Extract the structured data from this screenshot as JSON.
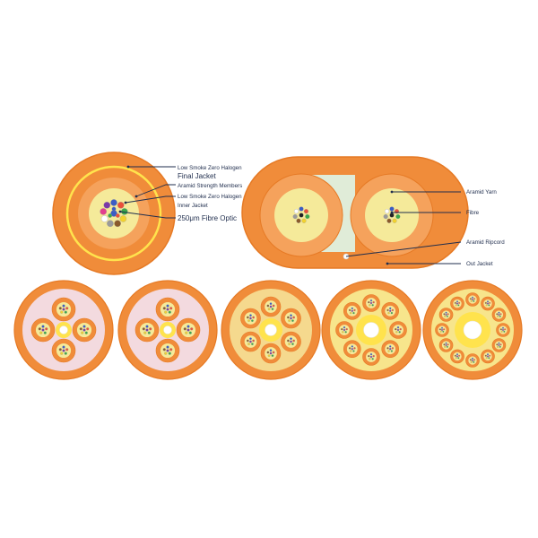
{
  "colors": {
    "jacket": "#f08c3a",
    "jacket_edge": "#e67a25",
    "inner_orange": "#f5a25c",
    "yarn": "#f5ea9a",
    "filler_pink": "#f3dadf",
    "ripcord_band": "#e0ecd8",
    "leader": "#1f2d4d",
    "yellow_ring": "#ffe34d",
    "fibre_colors": [
      "#3b5cc4",
      "#e9503a",
      "#3aa84a",
      "#f2d22e",
      "#8a5a2b",
      "#9a9a9a",
      "#ffffff",
      "#e23f8f",
      "#7a3aa8",
      "#2fb8d8",
      "#222222",
      "#8fd14f"
    ]
  },
  "labels": {
    "round_cable": [
      {
        "id": "lszh-final-jacket",
        "lines": [
          "Low Smoke Zero Halogen",
          "Final Jacket"
        ]
      },
      {
        "id": "aramid-strength",
        "lines": [
          "Aramid Strength Members"
        ]
      },
      {
        "id": "lszh-inner-jacket",
        "lines": [
          "Low Smoke Zero Halogen",
          "Inner Jacket"
        ]
      },
      {
        "id": "fibre-optic",
        "lines": [
          "250μm Fibre Optic"
        ]
      }
    ],
    "flat_cable": [
      {
        "id": "aramid-yarn",
        "text": "Aramid Yarn"
      },
      {
        "id": "fibre",
        "text": "Fibre"
      },
      {
        "id": "aramid-ripcord",
        "text": "Aramid Ripcord"
      },
      {
        "id": "out-jacket",
        "text": "Out Jacket"
      }
    ]
  },
  "bottom_cables": [
    {
      "subunits": 4
    },
    {
      "subunits": 4
    },
    {
      "subunits": 6
    },
    {
      "subunits": 8
    },
    {
      "subunits": 12
    }
  ]
}
